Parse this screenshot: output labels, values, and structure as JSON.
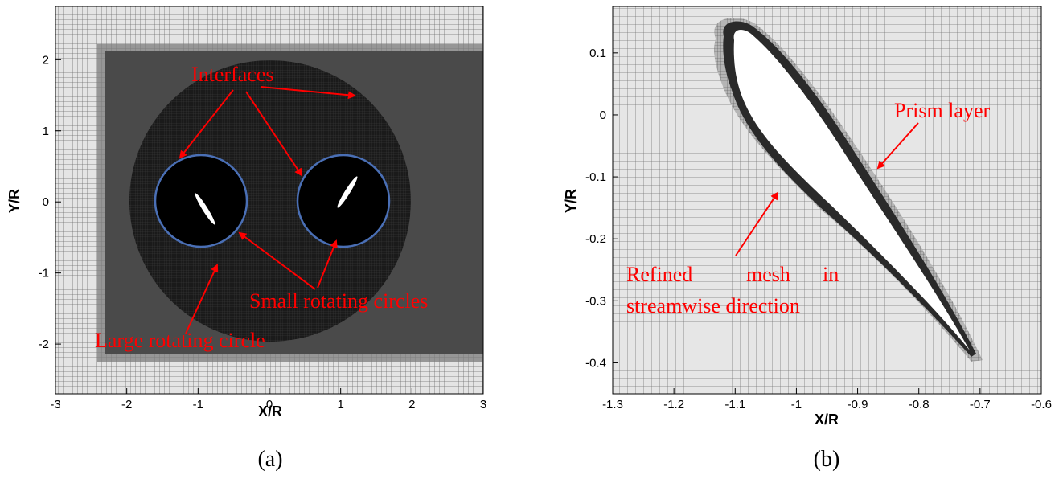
{
  "panel_a": {
    "xlabel": "X/R",
    "ylabel": "Y/R",
    "xticks": [
      "-3",
      "-2",
      "-1",
      "0",
      "1",
      "2",
      "3"
    ],
    "yticks": [
      "2",
      "1",
      "0",
      "-1",
      "-2"
    ],
    "xlim": [
      -3,
      3
    ],
    "ylim": [
      -2.7,
      2.75
    ],
    "annotations": {
      "interfaces": "Interfaces",
      "small_circles": "Small rotating circles",
      "large_circle": "Large rotating circle"
    },
    "caption": "(a)"
  },
  "panel_b": {
    "xlabel": "X/R",
    "ylabel": "Y/R",
    "xticks": [
      "-1.3",
      "-1.2",
      "-1.1",
      "-1",
      "-0.9",
      "-0.8",
      "-0.7",
      "-0.6"
    ],
    "yticks": [
      "0.1",
      "0",
      "-0.1",
      "-0.2",
      "-0.3",
      "-0.4"
    ],
    "xlim": [
      -1.3,
      -0.6
    ],
    "ylim": [
      -0.45,
      0.175
    ],
    "annotations": {
      "prism": "Prism layer",
      "refined_line1_a": "Refined",
      "refined_line1_b": "mesh",
      "refined_line1_c": "in",
      "refined_line2": "streamwise direction"
    },
    "caption": "(b)"
  },
  "colors": {
    "annotation": "#ff0000",
    "interface_circle": "#4a6fb5",
    "mesh_dark": "#262626",
    "mesh_bg": "#dcdcdc"
  }
}
